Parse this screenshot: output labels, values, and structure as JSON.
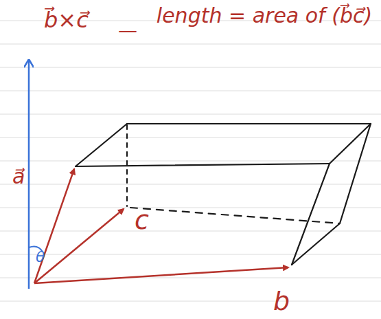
{
  "diagram": {
    "labels": [
      "b⃗×c⃗",
      "—",
      "length = area of (b⃗c⃗)",
      "a⃗",
      "θ",
      "c",
      "b"
    ]
  }
}
